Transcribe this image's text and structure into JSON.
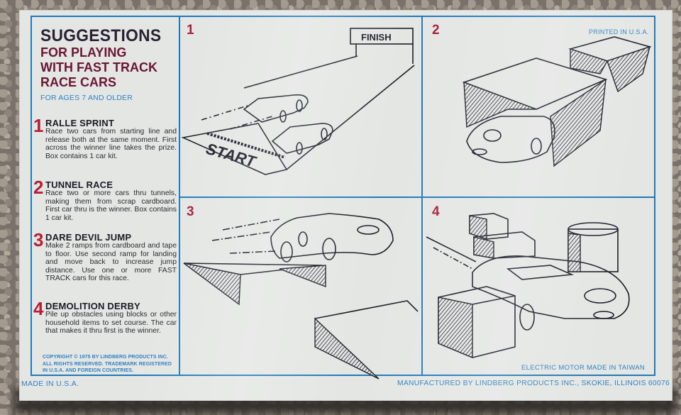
{
  "box": {
    "colors": {
      "frame_blue": "#1f79b9",
      "text_blue": "#2f80c0",
      "title_dark": "#2a2233",
      "title_maroon": "#6a1634",
      "number_red": "#b81f35",
      "panel_bg": "#e4e6e4"
    }
  },
  "left_column": {
    "title": "SUGGESTIONS",
    "subtitle_lines": [
      "FOR PLAYING",
      "WITH FAST TRACK",
      "RACE CARS"
    ],
    "ages": "FOR AGES 7 AND OLDER",
    "tips": [
      {
        "number": "1",
        "heading": "RALLE SPRINT",
        "body": "Race two cars from starting line and release both at the same moment. First across the winner line takes the prize. Box contains 1 car kit."
      },
      {
        "number": "2",
        "heading": "TUNNEL RACE",
        "body": "Race two or more cars thru tunnels, making them from scrap cardboard. First car thru is the winner. Box contains 1 car kit."
      },
      {
        "number": "3",
        "heading": "DARE DEVIL JUMP",
        "body": "Make 2 ramps from cardboard and tape to floor. Use second ramp for landing and move back to increase jump distance. Use one or more FAST TRACK cars for this race."
      },
      {
        "number": "4",
        "heading": "DEMOLITION DERBY",
        "body": "Pile up obstacles using blocks or other household items to set course. The car that makes it thru first is the winner."
      }
    ],
    "copyright_lines": [
      "COPYRIGHT © 1975 BY LINDBERG PRODUCTS INC.",
      "ALL RIGHTS RESERVED. TRADEMARK REGISTERED",
      "IN U.S.A. AND FOREIGN COUNTRIES."
    ]
  },
  "panels": [
    {
      "number": "1",
      "labels": {
        "finish": "FINISH",
        "start": "START"
      },
      "illustration": "two-cars-on-race-strip"
    },
    {
      "number": "2",
      "labels": {
        "printed": "PRINTED IN U.S.A."
      },
      "illustration": "car-through-cardboard-tunnels"
    },
    {
      "number": "3",
      "illustration": "car-jumping-between-ramps"
    },
    {
      "number": "4",
      "labels": {
        "motor": "ELECTRIC MOTOR MADE IN TAIWAN"
      },
      "illustration": "car-among-block-obstacles"
    }
  ],
  "footer": {
    "made_in": "MADE IN U.S.A.",
    "manufacturer": "MANUFACTURED BY LINDBERG PRODUCTS INC., SKOKIE, ILLINOIS 60076"
  }
}
